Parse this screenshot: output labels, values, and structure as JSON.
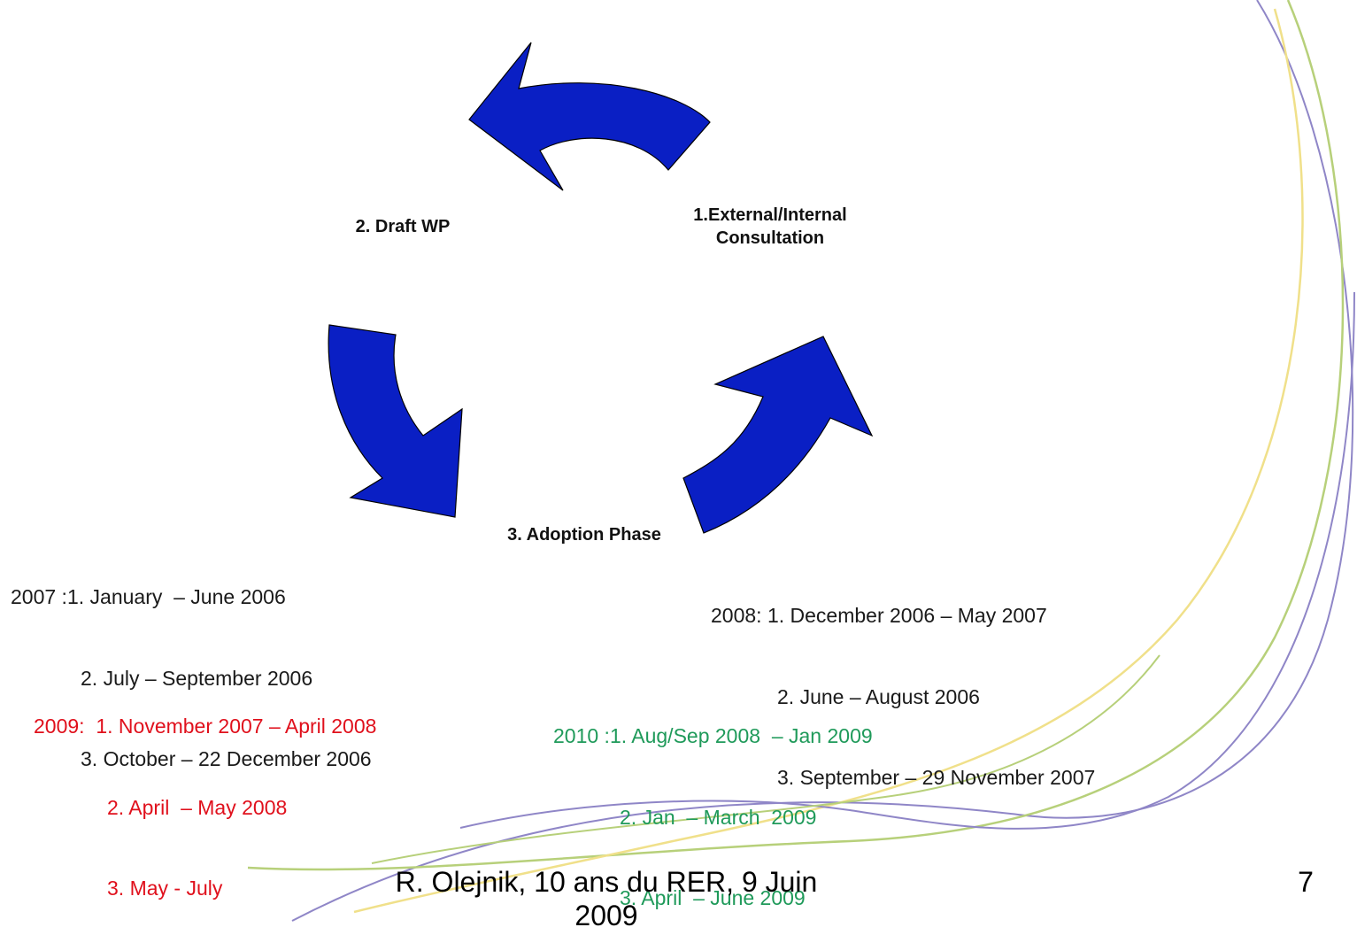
{
  "colors": {
    "arrow_fill": "#0a1fc4",
    "arrow_stroke": "#000000",
    "text_dark": "#1a1a1a",
    "text_red": "#e0101c",
    "text_green": "#1f9a5a",
    "swoosh_purple": "#8f86c7",
    "swoosh_green": "#b7d07a",
    "swoosh_yellow": "#f0e08a"
  },
  "cycle": {
    "stage_1": "1.External/Internal\nConsultation",
    "stage_2": "2. Draft WP",
    "stage_3": "3. Adoption Phase",
    "arrow_icons": [
      "curved-arrow-left-icon",
      "curved-arrow-down-icon",
      "curved-arrow-up-icon"
    ]
  },
  "schedules": {
    "y2007": {
      "label": "2007 :",
      "items": [
        "1. January  – June 2006",
        "2. July – September 2006",
        "3. October – 22 December 2006"
      ]
    },
    "y2008": {
      "label": "2008: ",
      "items": [
        "1. December 2006 – May 2007",
        "2. June – August 2006",
        "3. September – 29 November 2007"
      ]
    },
    "y2009": {
      "label": "2009:  ",
      "items": [
        "1. November 2007 – April 2008",
        "2. April  – May 2008",
        "3. May - July"
      ]
    },
    "y2010": {
      "label": "2010 :",
      "items": [
        "1. Aug/Sep 2008  – Jan 2009",
        "2. Jan  – March  2009",
        "3. April  – June 2009"
      ]
    }
  },
  "footer": {
    "citation": "R. Olejnik, 10 ans du RER, 9 Juin\n2009",
    "page_number": "7"
  }
}
